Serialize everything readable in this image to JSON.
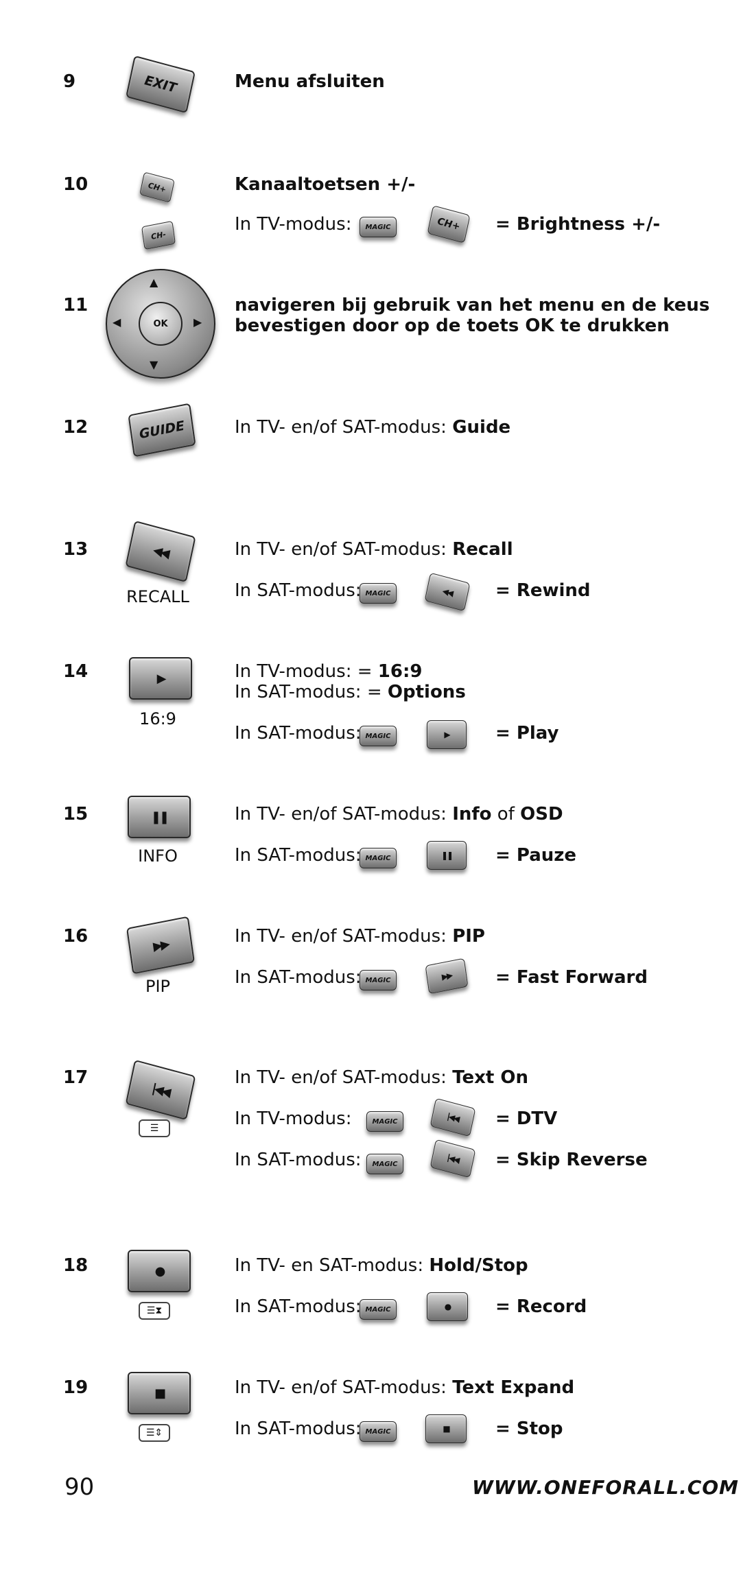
{
  "rows": [
    {
      "num": "9",
      "title": "Menu afsluiten",
      "button": "EXIT"
    },
    {
      "num": "10",
      "title": "Kanaaltoetsen +/-",
      "line": {
        "prefix": "In TV-modus:",
        "result": "= Brightness +/-"
      },
      "button_up": "CH+",
      "button_down": "CH-",
      "magic": "MAGIC",
      "combo_button": "CH+"
    },
    {
      "num": "11",
      "line1": "navigeren bij gebruik van het menu en de keus",
      "line2": "bevestigen door op de toets OK te drukken",
      "ok": "OK"
    },
    {
      "num": "12",
      "prefix": "In TV- en/of SAT-modus: ",
      "bold": "Guide",
      "button": "GUIDE"
    },
    {
      "num": "13",
      "prefix": "In TV- en/of SAT-modus: ",
      "bold": "Recall",
      "caption": "RECALL",
      "line": {
        "prefix": "In SAT-modus:",
        "result": "= Rewind"
      },
      "magic": "MAGIC"
    },
    {
      "num": "14",
      "l1_prefix": "In TV-modus: = ",
      "l1_bold": "16:9",
      "l2_prefix": "In SAT-modus: = ",
      "l2_bold": "Options",
      "caption": "16:9",
      "line": {
        "prefix": "In SAT-modus:",
        "result": "= Play"
      },
      "magic": "MAGIC"
    },
    {
      "num": "15",
      "prefix": "In TV- en/of SAT-modus: ",
      "bold": "Info",
      "mid": " of ",
      "bold2": "OSD",
      "caption": "INFO",
      "line": {
        "prefix": "In SAT-modus:",
        "result": "= Pauze"
      },
      "magic": "MAGIC"
    },
    {
      "num": "16",
      "prefix": "In TV- en/of SAT-modus: ",
      "bold": "PIP",
      "caption": "PIP",
      "line": {
        "prefix": "In SAT-modus:",
        "result": "= Fast Forward"
      },
      "magic": "MAGIC"
    },
    {
      "num": "17",
      "prefix": "In TV- en/of SAT-modus: ",
      "bold": "Text On",
      "line1": {
        "prefix": "In TV-modus:",
        "result": "= DTV"
      },
      "line2": {
        "prefix": "In SAT-modus:",
        "result": "= Skip Reverse"
      },
      "magic": "MAGIC"
    },
    {
      "num": "18",
      "prefix": "In TV- en SAT-modus: ",
      "bold": "Hold/Stop",
      "line": {
        "prefix": "In SAT-modus:",
        "result": "= Record"
      },
      "magic": "MAGIC"
    },
    {
      "num": "19",
      "prefix": "In TV- en/of SAT-modus: ",
      "bold": "Text Expand",
      "line": {
        "prefix": "In SAT-modus:",
        "result": "= Stop"
      },
      "magic": "MAGIC"
    }
  ],
  "footer": {
    "page": "90",
    "url": "WWW.ONEFORALL.COM"
  }
}
